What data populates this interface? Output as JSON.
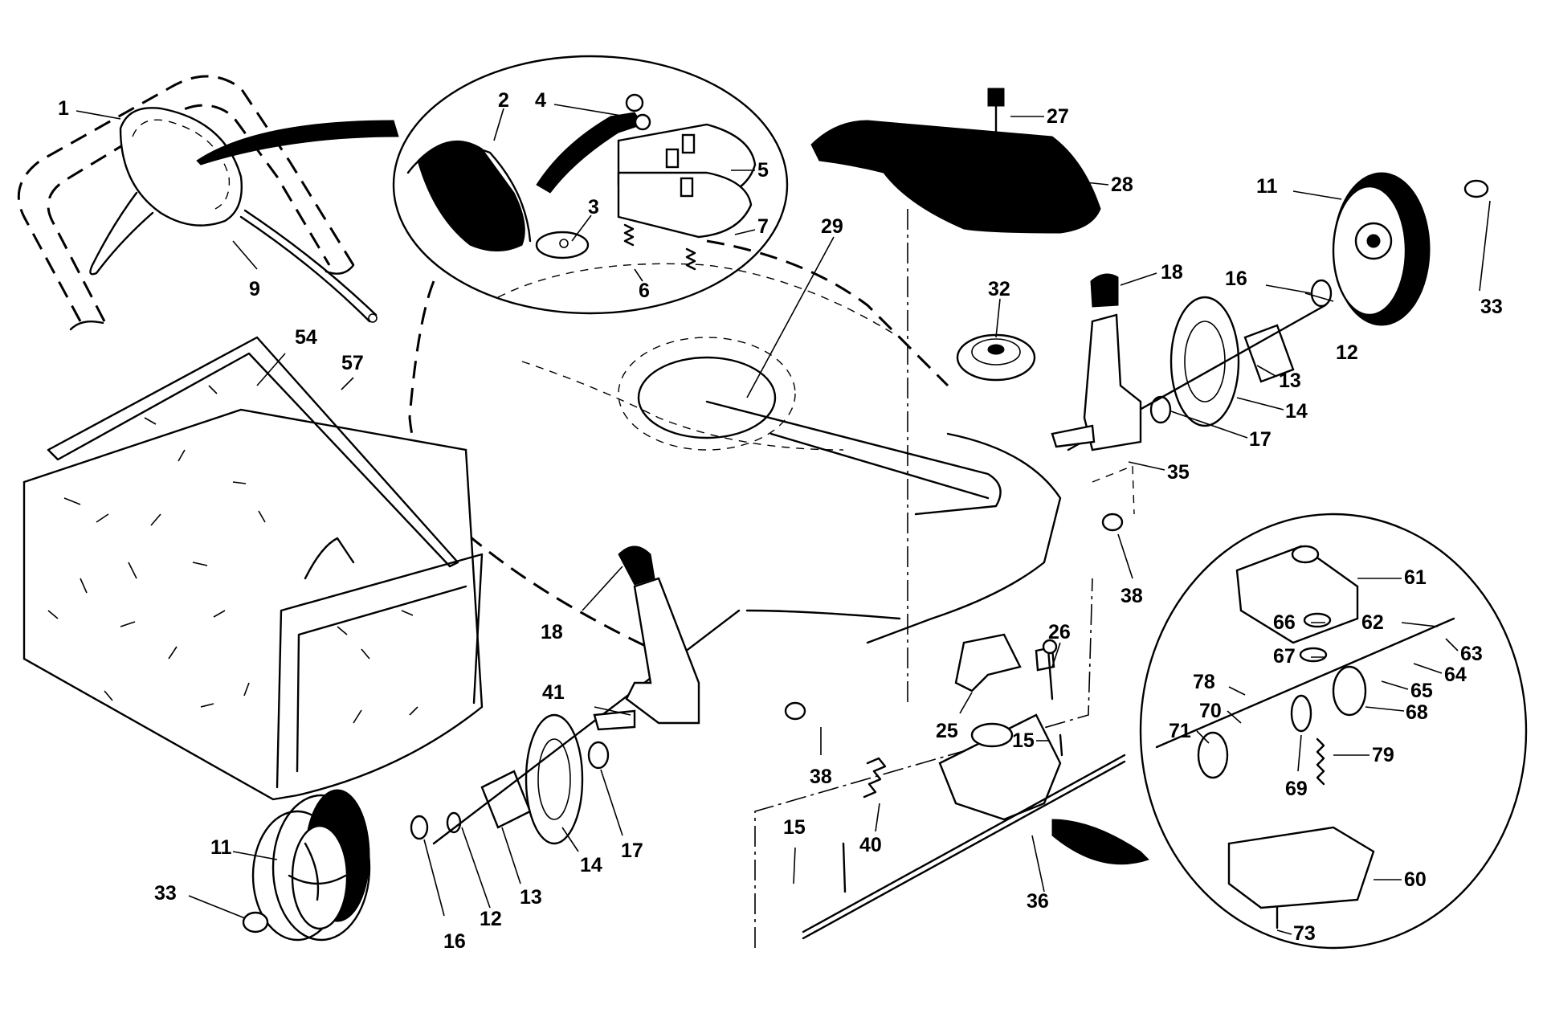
{
  "callouts": [
    "1",
    "2",
    "3",
    "4",
    "5",
    "6",
    "7",
    "9",
    "11",
    "11",
    "12",
    "12",
    "13",
    "13",
    "14",
    "14",
    "15",
    "15",
    "16",
    "16",
    "17",
    "17",
    "18",
    "18",
    "25",
    "26",
    "27",
    "28",
    "29",
    "32",
    "33",
    "33",
    "35",
    "36",
    "38",
    "38",
    "40",
    "41",
    "54",
    "57",
    "60",
    "61",
    "62",
    "63",
    "64",
    "65",
    "66",
    "67",
    "68",
    "69",
    "70",
    "71",
    "73",
    "78",
    "79"
  ],
  "colors": {
    "ink": "#000000",
    "paper": "#ffffff"
  }
}
